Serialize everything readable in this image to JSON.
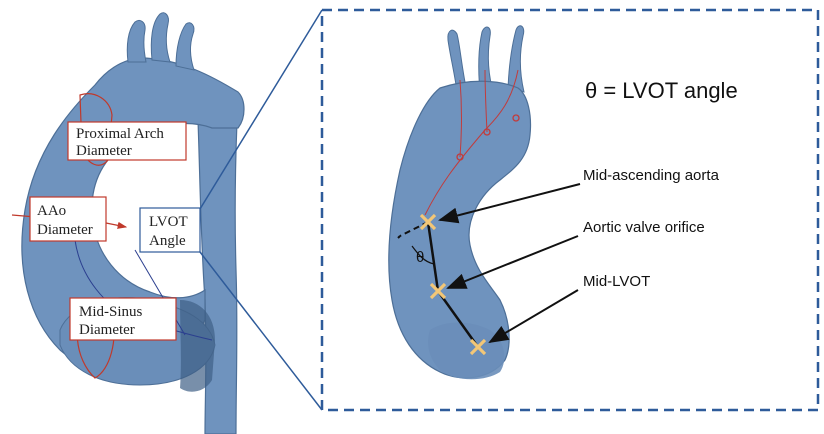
{
  "left_panel": {
    "labels": {
      "proximal_arch": [
        "Proximal Arch",
        "Diameter"
      ],
      "aao": [
        "AAo",
        "Diameter"
      ],
      "lvot_angle": [
        "LVOT",
        "Angle"
      ],
      "mid_sinus": [
        "Mid-Sinus",
        "Diameter"
      ]
    }
  },
  "right_panel": {
    "equation": "θ = LVOT angle",
    "theta_symbol": "θ",
    "landmarks": [
      "Mid-ascending aorta",
      "Aortic valve orifice",
      "Mid-LVOT"
    ]
  },
  "colors": {
    "vessel_fill": "#6f93be",
    "vessel_edge": "#4d6f97",
    "callout_border": "#c0392b",
    "panel_border": "#2e5b9a",
    "marker": "#f3c777",
    "centerline": "#c23b3b"
  }
}
